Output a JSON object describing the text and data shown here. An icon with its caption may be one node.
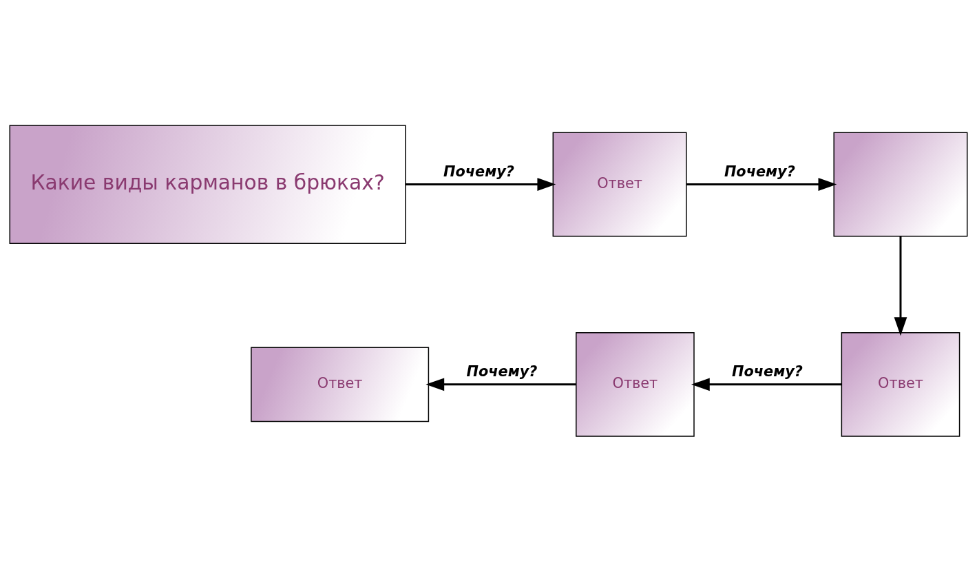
{
  "diagram": {
    "nodes": [
      {
        "text": [
          "Какие виды карманов в брюках?"
        ]
      },
      {
        "text": [
          "Ответ"
        ]
      },
      {
        "text": [],
        "shape": "box"
      },
      {
        "text": [
          "Ответ"
        ]
      },
      {
        "text": [
          "Ответ"
        ]
      },
      {
        "text": [
          "Ответ"
        ]
      }
    ],
    "edges": [
      {
        "from": 0,
        "to": 1,
        "arrow": "to",
        "label": "Почему?"
      },
      {
        "from": 1,
        "to": 2,
        "arrow": "to",
        "label": "Почему?"
      },
      {
        "from": 2,
        "to": 3,
        "arrow": "to"
      },
      {
        "from": 3,
        "to": 4,
        "arrow": "to",
        "label": "Почему?"
      },
      {
        "from": 4,
        "to": 5,
        "arrow": "to",
        "label": "Почему?"
      }
    ]
  }
}
